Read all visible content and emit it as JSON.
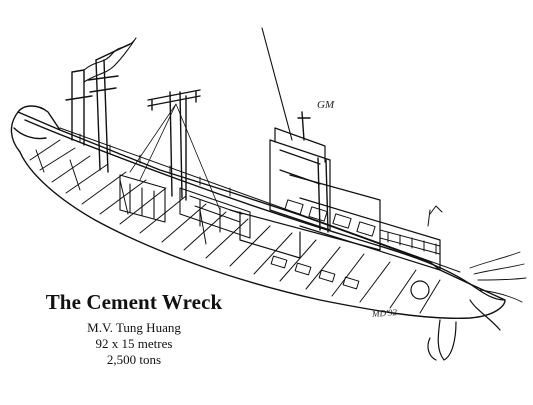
{
  "caption": {
    "title": "The Cement Wreck",
    "vessel": "M.V. Tung Huang",
    "dimensions": "92 x 15 metres",
    "tonnage": "2,500 tons"
  },
  "signatures": {
    "initials": "GM",
    "artist": "MD'92"
  }
}
